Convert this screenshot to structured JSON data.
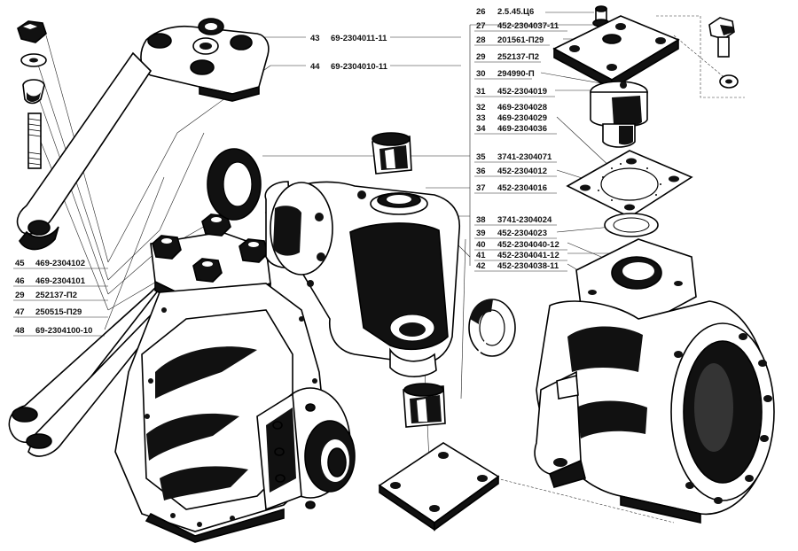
{
  "callouts": {
    "c26": {
      "num": "26",
      "code": "2.5.45.Ц6"
    },
    "c27": {
      "num": "27",
      "code": "452-2304037-11"
    },
    "c28": {
      "num": "28",
      "code": "201561-П29"
    },
    "c29r": {
      "num": "29",
      "code": "252137-П2"
    },
    "c30": {
      "num": "30",
      "code": "294990-П"
    },
    "c31": {
      "num": "31",
      "code": "452-2304019"
    },
    "c32": {
      "num": "32",
      "code": "469-2304028"
    },
    "c33": {
      "num": "33",
      "code": "469-2304029"
    },
    "c34": {
      "num": "34",
      "code": "469-2304036"
    },
    "c35": {
      "num": "35",
      "code": "3741-2304071"
    },
    "c36": {
      "num": "36",
      "code": "452-2304012"
    },
    "c37": {
      "num": "37",
      "code": "452-2304016"
    },
    "c38": {
      "num": "38",
      "code": "3741-2304024"
    },
    "c39": {
      "num": "39",
      "code": "452-2304023"
    },
    "c40": {
      "num": "40",
      "code": "452-2304040-12"
    },
    "c41": {
      "num": "41",
      "code": "452-2304041-12"
    },
    "c42": {
      "num": "42",
      "code": "452-2304038-11"
    },
    "c43": {
      "num": "43",
      "code": "69-2304011-11"
    },
    "c44": {
      "num": "44",
      "code": "69-2304010-11"
    },
    "c45": {
      "num": "45",
      "code": "469-2304102"
    },
    "c46": {
      "num": "46",
      "code": "469-2304101"
    },
    "c29l": {
      "num": "29",
      "code": "252137-П2"
    },
    "c47": {
      "num": "47",
      "code": "250515-П29"
    },
    "c48": {
      "num": "48",
      "code": "69-2304100-10"
    }
  }
}
